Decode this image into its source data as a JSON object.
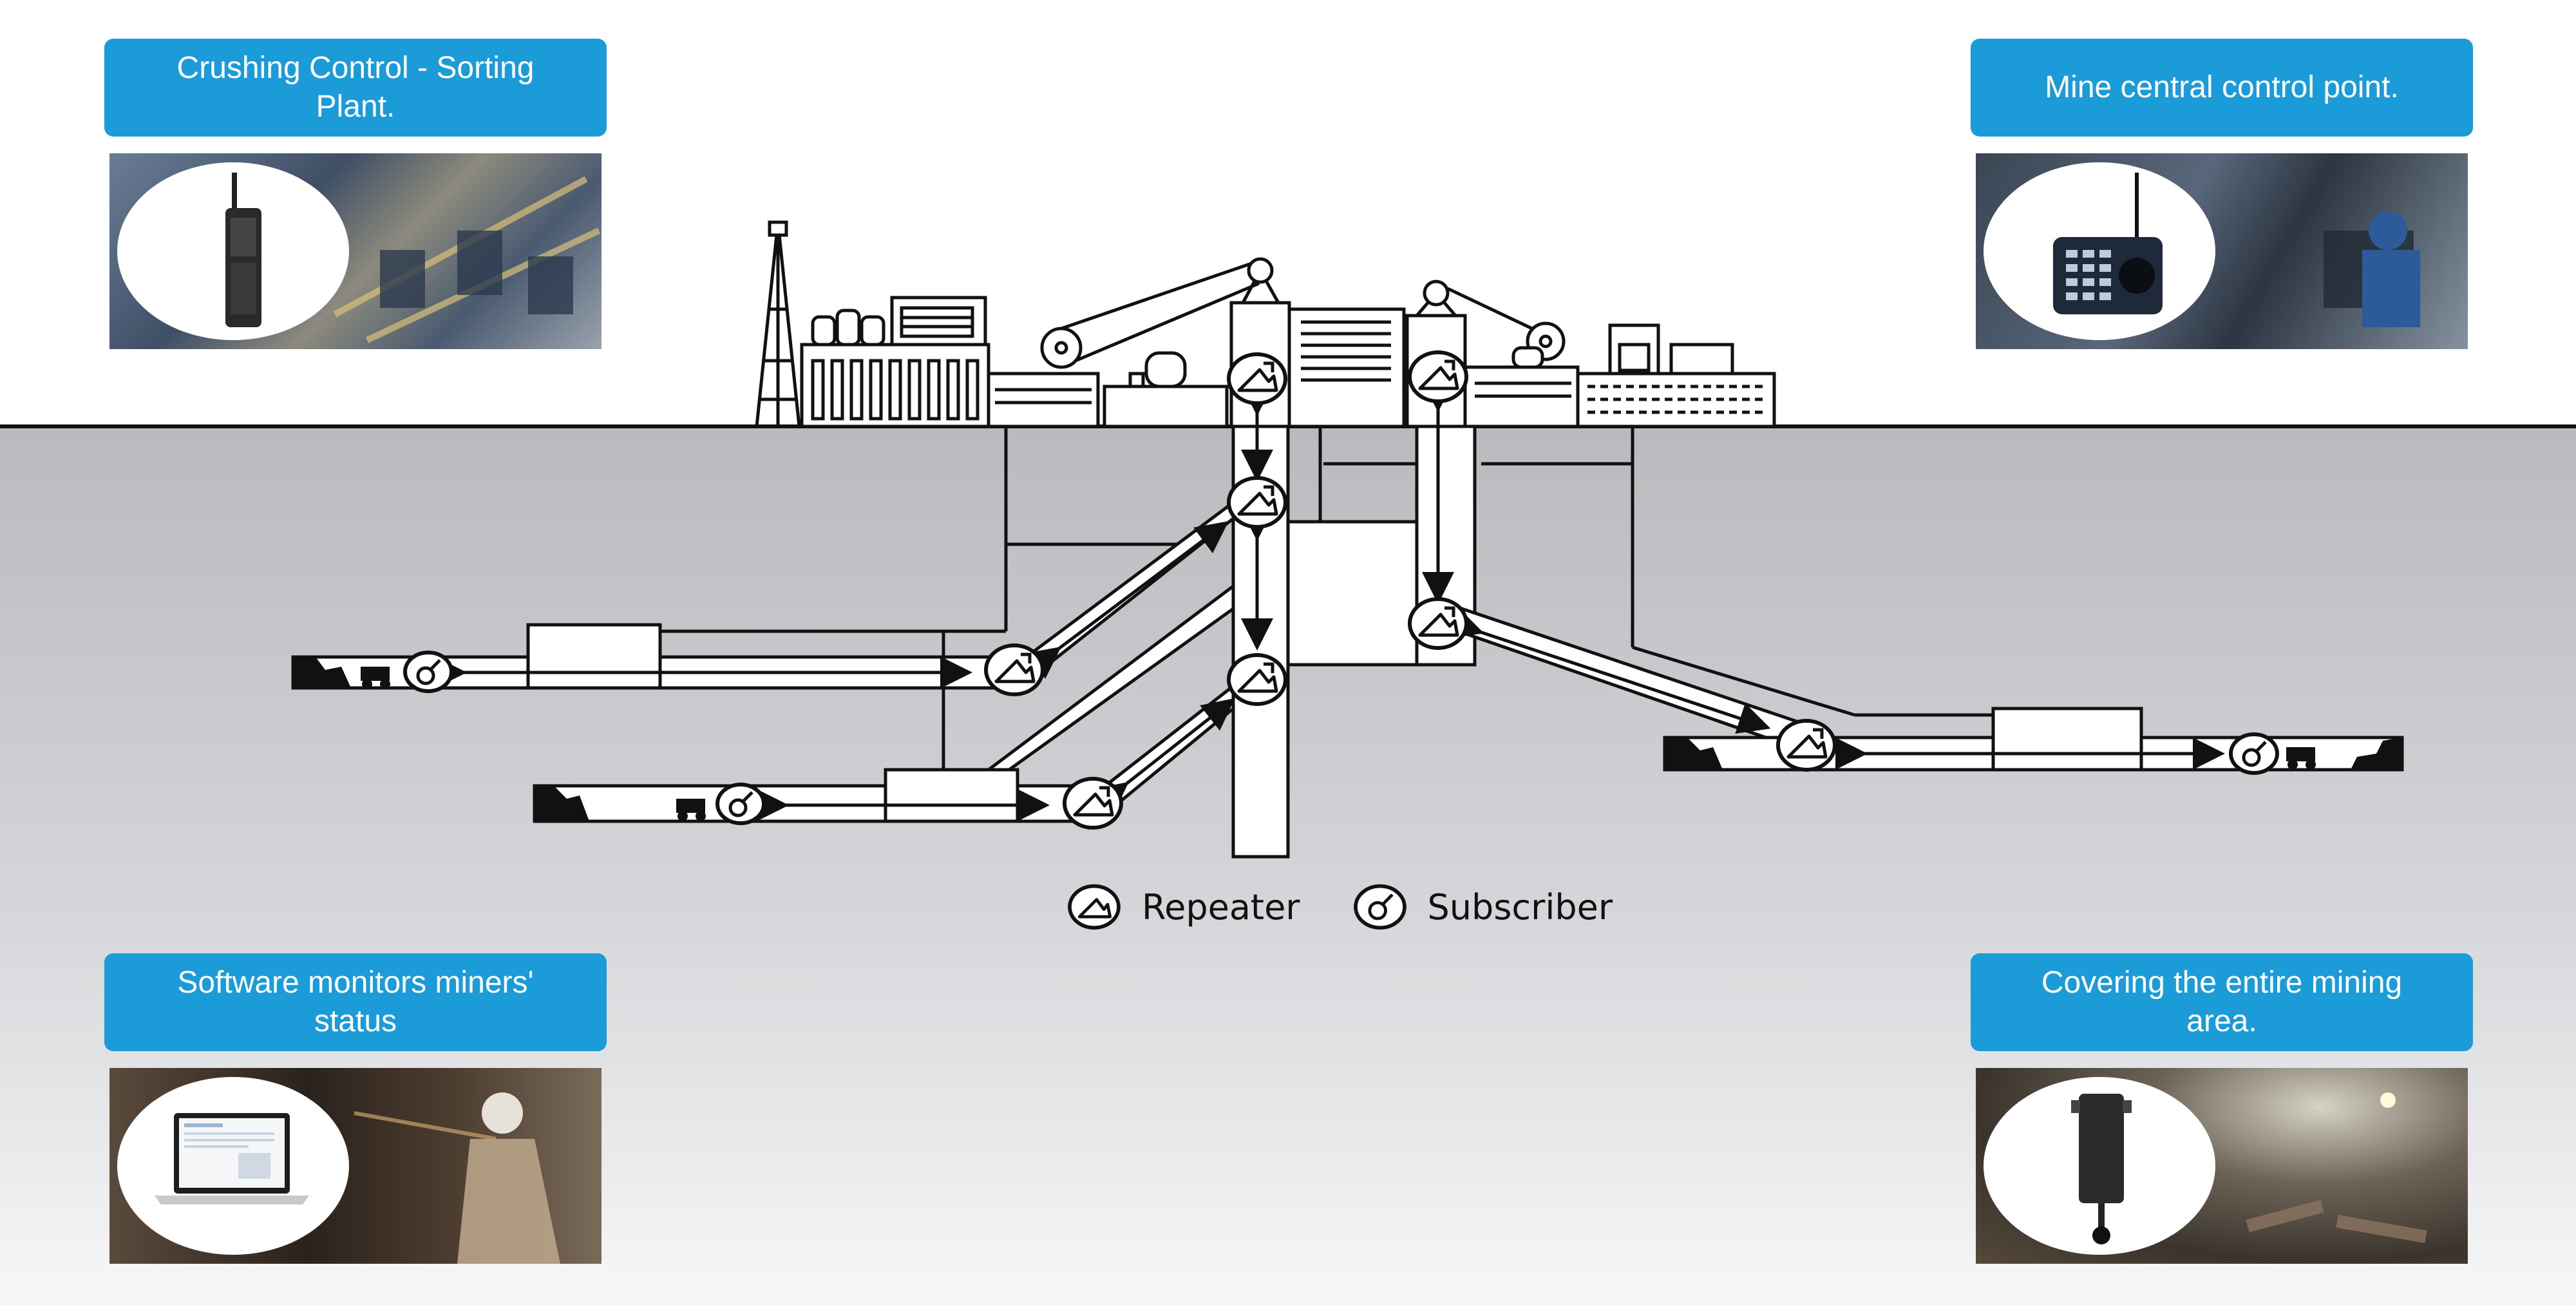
{
  "callouts": {
    "crushing": {
      "label": "Crushing Control - Sorting Plant."
    },
    "central": {
      "label": "Mine central control point."
    },
    "software": {
      "label": "Software monitors miners' status"
    },
    "covering": {
      "label": "Covering the entire mining area."
    }
  },
  "legend": {
    "repeater": "Repeater",
    "subscriber": "Subscriber"
  },
  "colors": {
    "label_blue": "#1b9bd8",
    "ground_top": "#b9babd",
    "ground_bottom": "#f7f7f8",
    "line": "#111111"
  },
  "icons": {
    "repeater": "repeater-icon",
    "subscriber": "subscriber-icon",
    "radio": "walkie-talkie-icon",
    "dispatcher": "dispatch-console-icon",
    "laptop": "laptop-icon",
    "base_station": "repeater-unit-icon"
  }
}
